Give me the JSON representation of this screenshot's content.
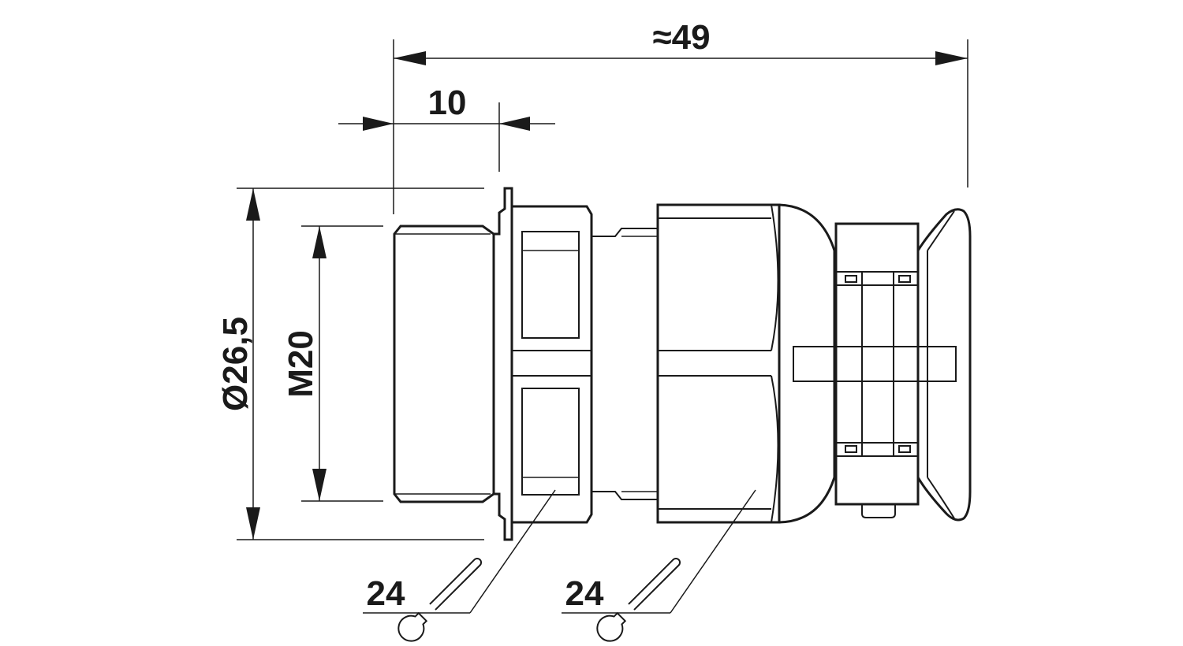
{
  "dimensions": {
    "overall_length": "≈49",
    "thread_length": "10",
    "outer_diameter": "Ø26,5",
    "thread_size": "M20"
  },
  "wrench_sizes": {
    "left": "24",
    "right": "24"
  },
  "icons": [
    "wrench-icon"
  ],
  "colors": {
    "line": "#1a1a1a",
    "background": "#ffffff"
  }
}
